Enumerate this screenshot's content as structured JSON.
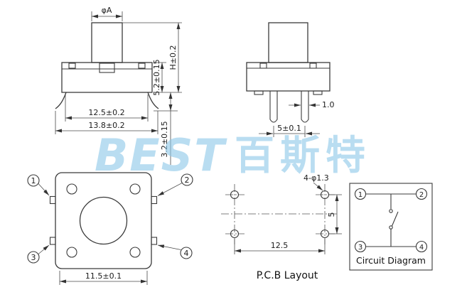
{
  "watermark": {
    "latin": "BEST",
    "cjk": "百斯特"
  },
  "front_view": {
    "dim_cap_diameter": "φA",
    "dim_body_width": "12.5±0.2",
    "dim_overall_width": "13.8±0.2",
    "dim_body_height": "5.2±0.15",
    "dim_total_height": "H±0.2",
    "dim_base_height": "3.2±0.15"
  },
  "side_view": {
    "dim_lead_thickness": "1.0",
    "dim_lead_pitch": "5±0.1"
  },
  "top_view": {
    "dim_body_width": "11.5±0.1",
    "pin_labels": [
      "1",
      "2",
      "3",
      "4"
    ]
  },
  "pcb_layout": {
    "caption": "P.C.B Layout",
    "dim_hole_callout": "4-φ1.3",
    "dim_row_pitch": "5",
    "dim_col_pitch": "12.5"
  },
  "circuit_diagram": {
    "caption": "Circuit Diagram",
    "pin_labels": [
      "1",
      "2",
      "3",
      "4"
    ]
  }
}
